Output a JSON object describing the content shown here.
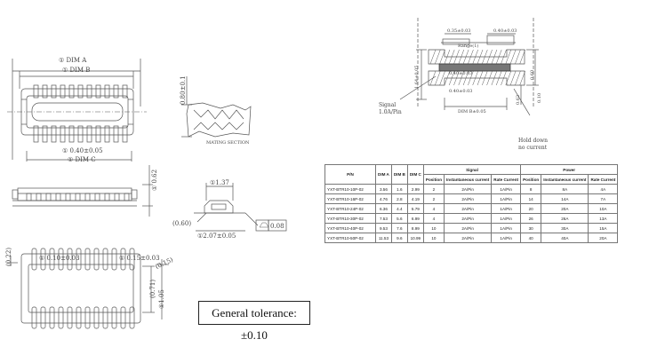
{
  "top_view": {
    "dim_a": "① DIM A",
    "dim_b": "① DIM B",
    "dim_c": "① DIM C",
    "pitch": "① 0.40±0.05"
  },
  "side_view": {
    "height": "① 0.62"
  },
  "bottom_view": {
    "left_offset": "(0.22)",
    "hole_tol": "① 0.10±0.03",
    "pad_tol": "① 0.15±0.03",
    "width_a": "(0.15)",
    "width_b": "①1.05",
    "width_c": "(0.71)"
  },
  "mating": {
    "height": "0.80±0.1",
    "caption": "MATING SECTION"
  },
  "profile": {
    "top": "①1.37",
    "bottom": "①2.07±0.05",
    "left": "(0.60)",
    "flatness": "0.08"
  },
  "detail": {
    "dim_left": "0.35±0.03",
    "dim_right": "0.40±0.03",
    "dim_mid1": "0.40±0.03",
    "dim_mid2": "0.40±0.03",
    "dim_side": "0.60",
    "dim_side2": "0.62",
    "dim_bottom": "DIM B±0.05",
    "dim_height": "1.64±0.05",
    "dim_r": "0.10",
    "range_label": "Range(1)",
    "signal_note": [
      "Signal",
      "1.0A/Pin"
    ],
    "hold_note": [
      "Hold down",
      "no current"
    ]
  },
  "table": {
    "headers": [
      "P/N",
      "DIM A",
      "DIM B",
      "DIM C",
      "Signal",
      "Power"
    ],
    "sub_headers": [
      "Position",
      "Instantaneous current",
      "Rate Current",
      "Position",
      "Instantaneous current",
      "Rate Current"
    ],
    "rows": [
      [
        "YXT-BTR10-10P-02",
        "3.56",
        "1.6",
        "2.99",
        "2",
        "2A/Pin",
        "1A/Pin",
        "8",
        "8A",
        "4A"
      ],
      [
        "YXT-BTR10-16P-02",
        "4.76",
        "2.8",
        "4.19",
        "2",
        "2A/Pin",
        "1A/Pin",
        "14",
        "14A",
        "7A"
      ],
      [
        "YXT-BTR10-24P-02",
        "6.36",
        "4.4",
        "5.79",
        "4",
        "2A/Pin",
        "1A/Pin",
        "20",
        "20A",
        "10A"
      ],
      [
        "YXT-BTR10-30P-02",
        "7.53",
        "5.6",
        "6.99",
        "4",
        "2A/Pin",
        "1A/Pin",
        "26",
        "26A",
        "13A"
      ],
      [
        "YXT-BTR10-40P-02",
        "9.53",
        "7.6",
        "8.99",
        "10",
        "2A/Pin",
        "1A/Pin",
        "30",
        "30A",
        "15A"
      ],
      [
        "YXT-BTR10-50P-02",
        "11.53",
        "9.6",
        "10.99",
        "10",
        "2A/Pin",
        "1A/Pin",
        "40",
        "40A",
        "20A"
      ]
    ]
  },
  "tolerance": "General tolerance:±0.10"
}
